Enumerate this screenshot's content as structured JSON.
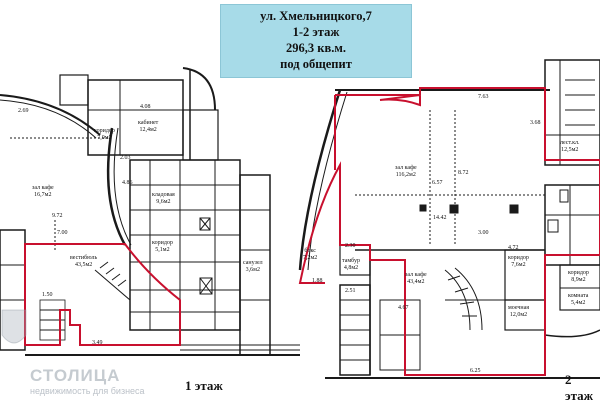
{
  "header": {
    "address": "ул. Хмельницкого,7",
    "floors": "1-2 этаж",
    "area": "296,3 кв.м.",
    "purpose": "под общепит"
  },
  "floor1": {
    "label": "1 этаж",
    "rooms": [
      {
        "name": "зал кафе",
        "area": "16,7м2"
      },
      {
        "name": "вестибюль",
        "area": "43,5м2"
      },
      {
        "name": "кабинет",
        "area": "12,4м2"
      },
      {
        "name": "коридор",
        "area": "7,0м2"
      },
      {
        "name": "кладовая",
        "area": "9,6м2"
      },
      {
        "name": "коридор",
        "area": "5,1м2"
      },
      {
        "name": "санузел",
        "area": "3,6м2"
      }
    ],
    "dims": [
      "2.69",
      "9.72",
      "7.00",
      "4.86",
      "3.49",
      "4.08",
      "2.03",
      "1.50"
    ]
  },
  "floor2": {
    "label": "2 этаж",
    "rooms": [
      {
        "name": "зал кафе",
        "area": "116,2м2"
      },
      {
        "name": "зал кафе",
        "area": "43,4м2"
      },
      {
        "name": "тамбур",
        "area": "4,8м2"
      },
      {
        "name": "коридор",
        "area": "7,6м2"
      },
      {
        "name": "моечная",
        "area": "12,0м2"
      },
      {
        "name": "коридор",
        "area": "8,9м2"
      },
      {
        "name": "комната",
        "area": "5,4м2"
      },
      {
        "name": "лест.кл.",
        "area": "12,5м2"
      },
      {
        "name": "бокс",
        "area": "7,2м2"
      }
    ],
    "dims": [
      "7.63",
      "3.68",
      "8.72",
      "6.57",
      "14.42",
      "3.00",
      "2.30",
      "4.67",
      "6.25",
      "2.51",
      "1.88",
      "4.72"
    ]
  },
  "watermark": {
    "name": "СТОЛИЦА",
    "tagline": "недвижимость для бизнеса"
  },
  "colors": {
    "title_bg": "#a7dbe8",
    "boundary": "#c8102e",
    "walls": "#1a1a1a"
  }
}
